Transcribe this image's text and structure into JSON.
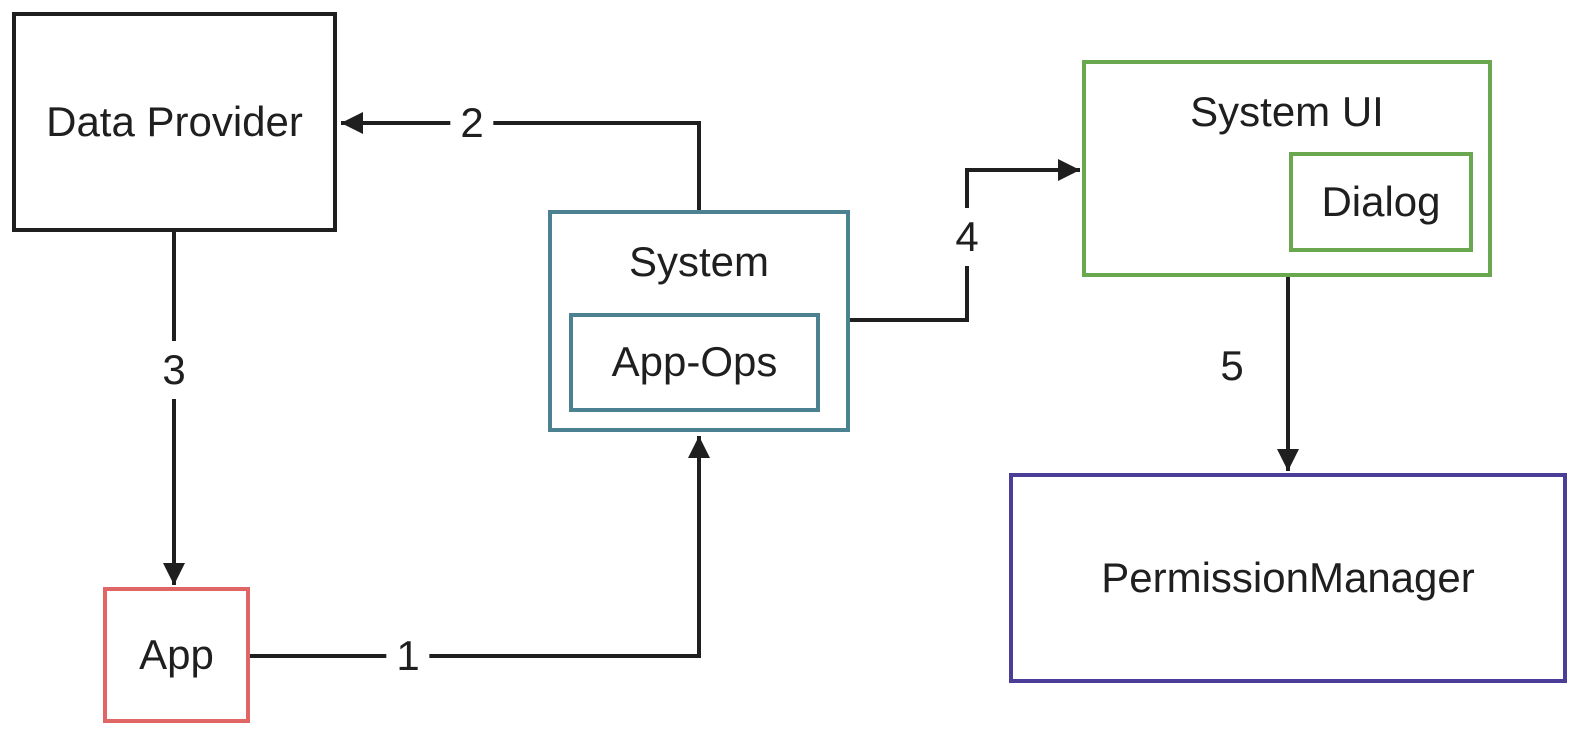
{
  "nodes": {
    "data_provider": {
      "label": "Data Provider",
      "border_color": "#1f1f1f"
    },
    "system": {
      "label": "System",
      "border_color": "#4c8191"
    },
    "app_ops": {
      "label": "App-Ops",
      "border_color": "#4c8191"
    },
    "system_ui": {
      "label": "System UI",
      "border_color": "#6aa84f"
    },
    "dialog": {
      "label": "Dialog",
      "border_color": "#6aa84f"
    },
    "permission_manager": {
      "label": "PermissionManager",
      "border_color": "#4b3e98"
    },
    "app": {
      "label": "App",
      "border_color": "#e06666"
    }
  },
  "edges": [
    {
      "label": "1",
      "from": "App",
      "to": "System"
    },
    {
      "label": "2",
      "from": "System",
      "to": "Data Provider"
    },
    {
      "label": "3",
      "from": "Data Provider",
      "to": "App"
    },
    {
      "label": "4",
      "from": "System",
      "to": "System UI"
    },
    {
      "label": "5",
      "from": "System UI",
      "to": "PermissionManager"
    }
  ],
  "edge_color": "#1f1f1f",
  "text_color": "#1f1f1f",
  "background_color": "#ffffff"
}
